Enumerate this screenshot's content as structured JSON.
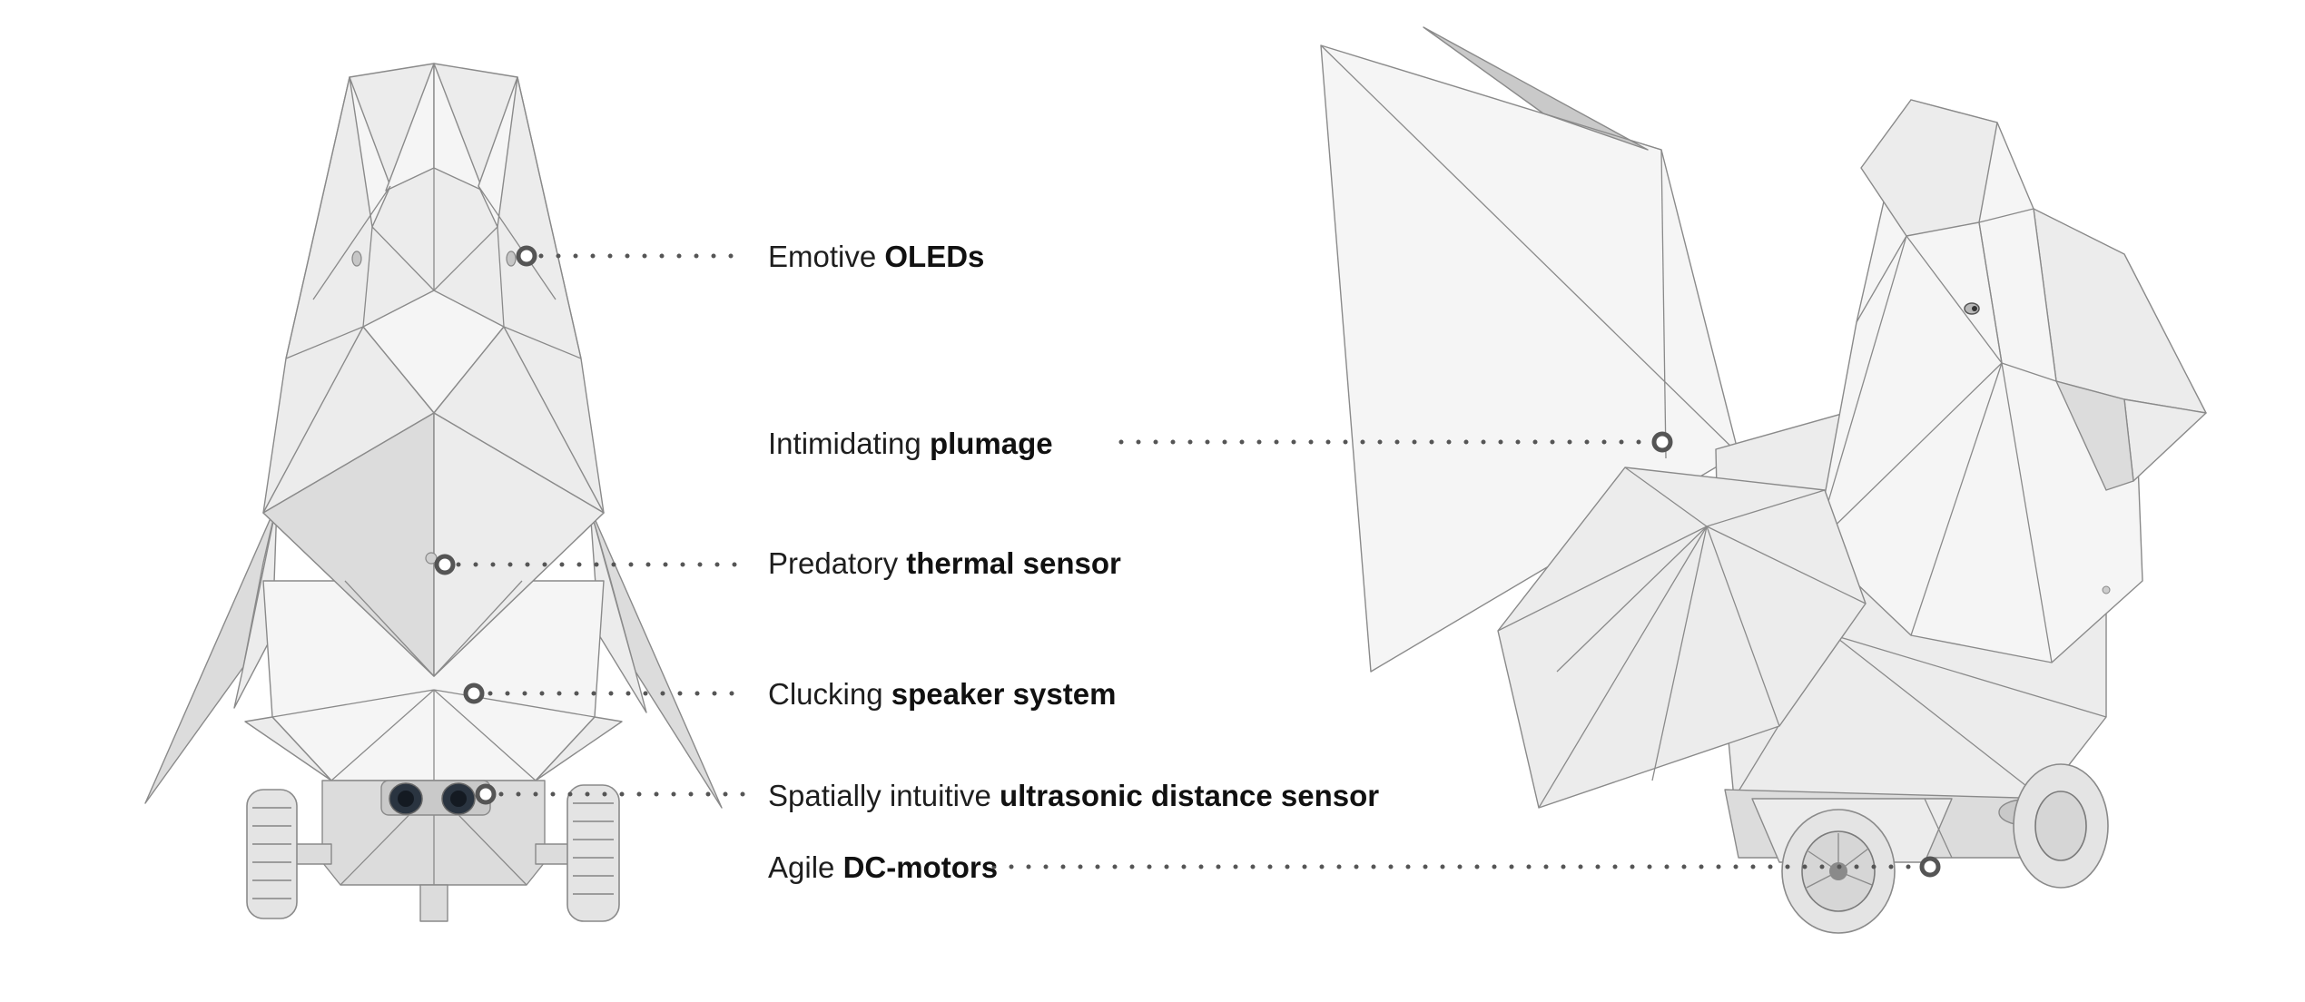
{
  "callouts": [
    {
      "id": "oleds",
      "prefix": "Emotive",
      "bold": "OLEDs"
    },
    {
      "id": "plumage",
      "prefix": "Intimidating",
      "bold": "plumage"
    },
    {
      "id": "thermal",
      "prefix": "Predatory",
      "bold": "thermal sensor"
    },
    {
      "id": "speaker",
      "prefix": "Clucking",
      "bold": "speaker system"
    },
    {
      "id": "ultrasonic",
      "prefix": "Spatially intuitive",
      "bold": "ultrasonic distance sensor"
    },
    {
      "id": "motors",
      "prefix": "Agile",
      "bold": "DC-motors"
    }
  ],
  "colors": {
    "leader": "#555555",
    "model_fill": "#ececec",
    "model_edges": "#8a8a8a",
    "text": "#1e1e1e"
  }
}
